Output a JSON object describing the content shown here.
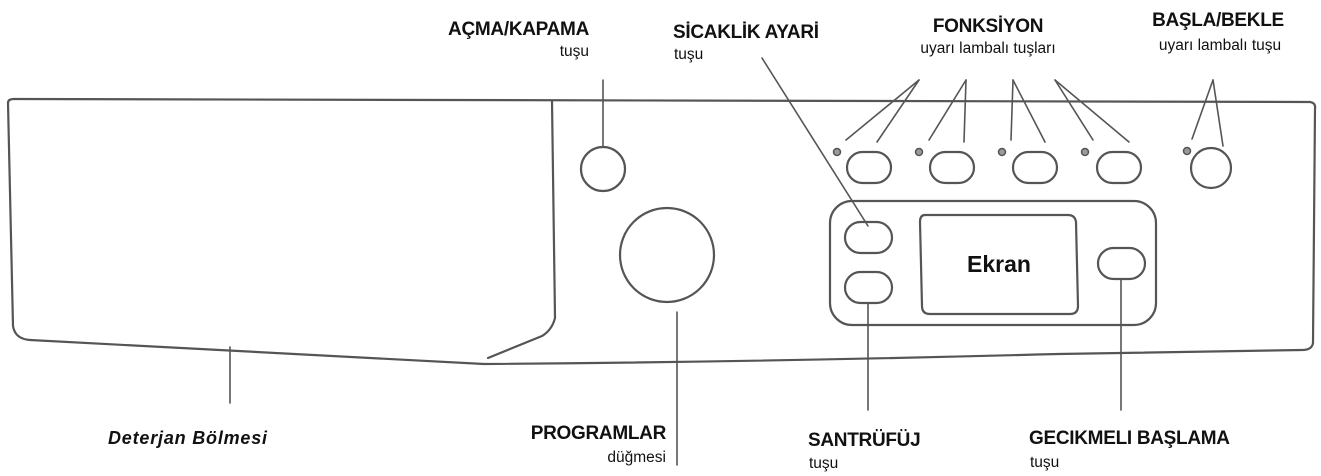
{
  "labels": {
    "power": {
      "title": "AÇMA/KAPAMA",
      "sub": "tuşu"
    },
    "temperature": {
      "title": "SİCAKLİK AYARİ",
      "sub": "tuşu"
    },
    "function": {
      "title": "FONKSİYON",
      "sub": "uyarı lambalı tuşları"
    },
    "start_pause": {
      "title": "BAŞLA/BEKLE",
      "sub": "uyarı lambalı tuşu"
    },
    "detergent": {
      "title": "Deterjan Bölmesi"
    },
    "programs": {
      "title": "PROGRAMLAR",
      "sub": "düğmesi"
    },
    "spin": {
      "title": "SANTRÜFÜJ",
      "sub": "tuşu"
    },
    "delay_start": {
      "title": "GECIKMELI BAŞLAMA",
      "sub": "tuşu"
    }
  },
  "screen": {
    "label": "Ekran"
  },
  "colors": {
    "stroke": "#555555",
    "panel_fill": "#ffffff",
    "indicator_fill": "#9a9a9a",
    "text": "#111111"
  },
  "icons": {
    "indicator_light": "small-filled-circle",
    "function_button": "rounded-oval",
    "round_button": "circle",
    "program_knob": "large-circle"
  }
}
